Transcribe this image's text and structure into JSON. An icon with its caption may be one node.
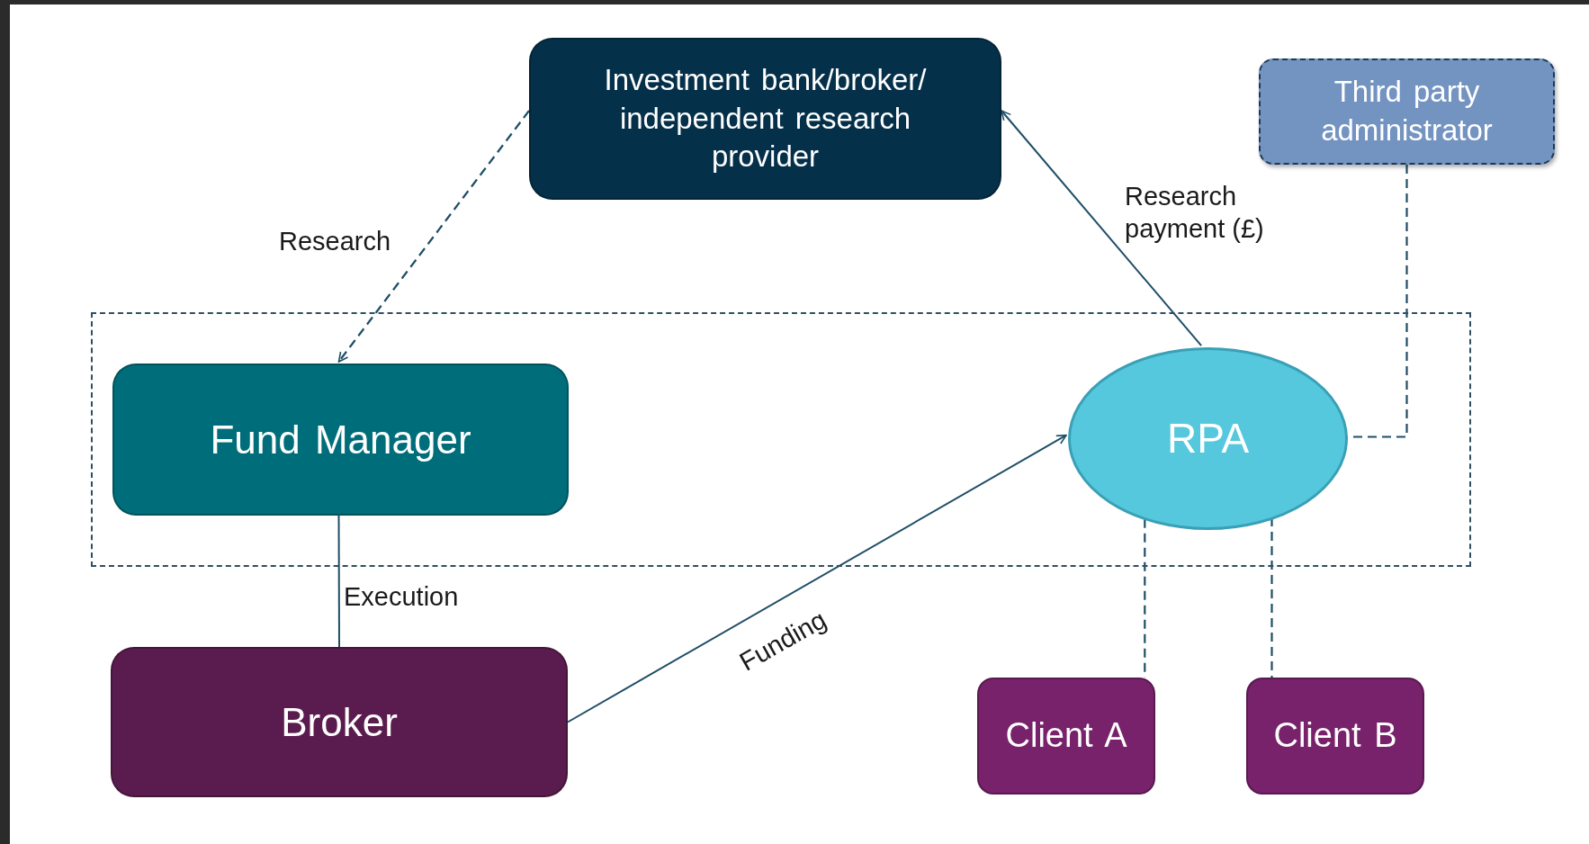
{
  "diagram": {
    "nodes": [
      {
        "text": [
          "Investment bank/broker/ independent research provider"
        ]
      },
      {
        "text": [
          "Third party administrator"
        ]
      },
      {
        "text": [],
        "shape": "box"
      },
      {
        "text": [
          "Fund Manager"
        ],
        "in": 2
      },
      {
        "text": [
          "RPA"
        ],
        "in": 2
      },
      {
        "text": [
          "Broker"
        ]
      },
      {
        "text": [
          "Client A"
        ]
      },
      {
        "text": [
          "Client B"
        ]
      }
    ],
    "edges": [
      {
        "from": 0,
        "to": 3,
        "arrow": "to",
        "label": "Research",
        "style": "dashed"
      },
      {
        "from": 4,
        "to": 0,
        "arrow": "to",
        "label": "Research payment (£)"
      },
      {
        "from": 3,
        "to": 5,
        "arrow": "none",
        "label": "Execution"
      },
      {
        "from": 5,
        "to": 4,
        "arrow": "to",
        "label": "Funding"
      },
      {
        "from": 1,
        "to": 4,
        "arrow": "none",
        "style": "dashed"
      },
      {
        "from": 4,
        "to": 6,
        "arrow": "none",
        "style": "dashed"
      },
      {
        "from": 4,
        "to": 7,
        "arrow": "none",
        "style": "dashed"
      }
    ]
  }
}
